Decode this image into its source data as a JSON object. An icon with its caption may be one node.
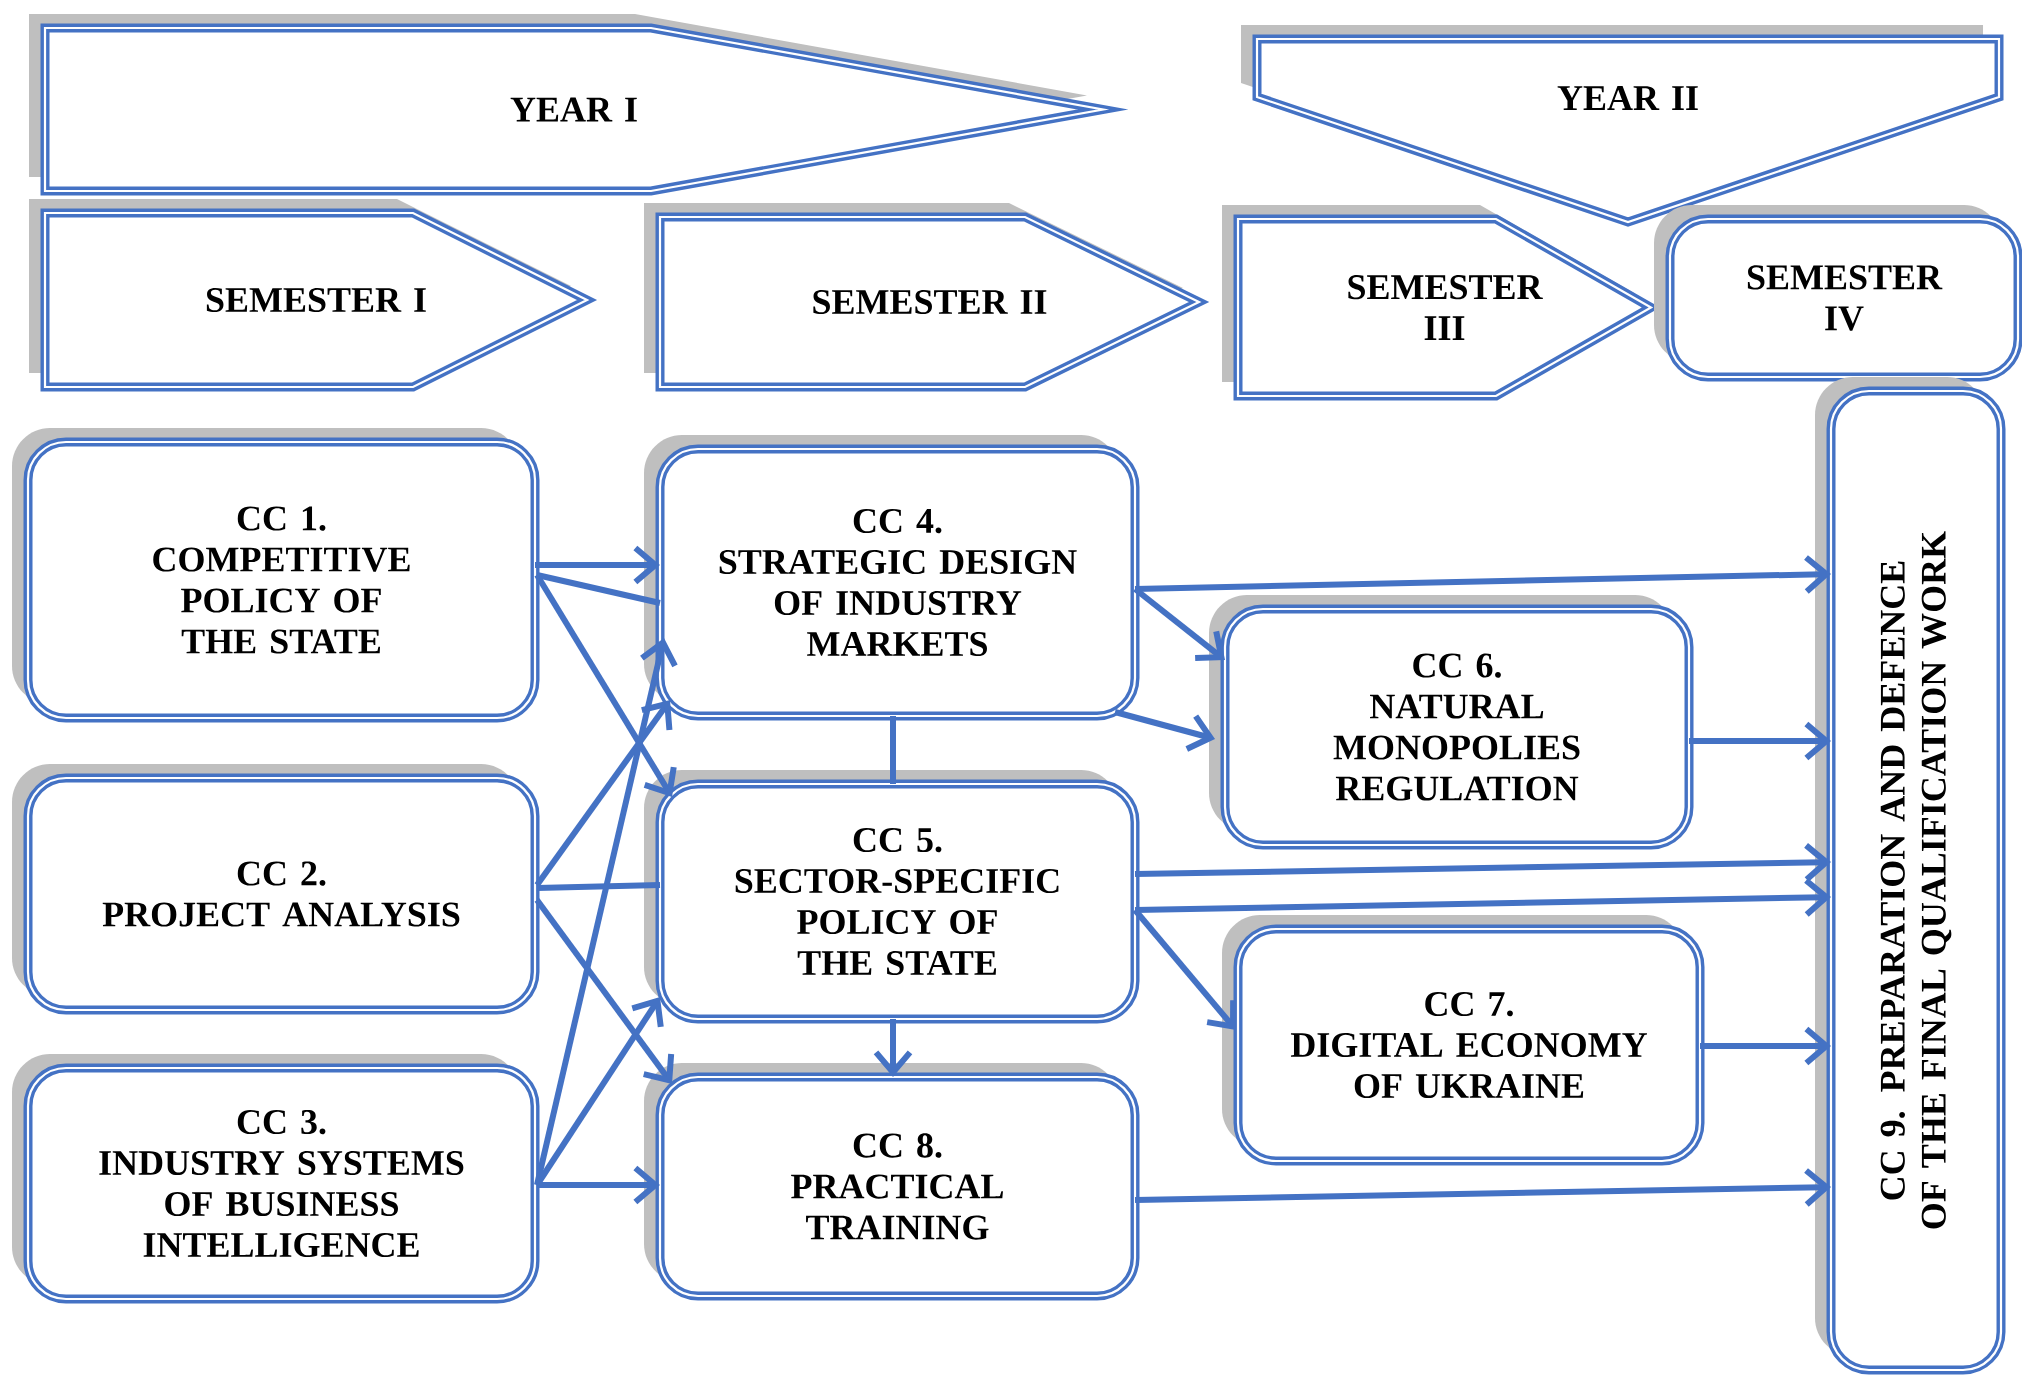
{
  "diagram": {
    "nodes": [
      {
        "text": [
          "YEAR I"
        ]
      },
      {
        "text": [
          "YEAR II"
        ]
      },
      {
        "text": [
          "SEMESTER I"
        ]
      },
      {
        "text": [
          "SEMESTER II"
        ]
      },
      {
        "text": [
          "SEMESTER III"
        ]
      },
      {
        "text": [
          "SEMESTER IV"
        ]
      },
      {
        "text": [
          "CC 1.",
          "COMPETITIVE POLICY OF THE STATE"
        ]
      },
      {
        "text": [
          "CC 4.",
          "STRATEGIC DESIGN OF INDUSTRY MARKETS"
        ]
      },
      {
        "text": [
          "CC 6.",
          "NATURAL MONOPOLIES REGULATION"
        ]
      },
      {
        "text": [
          "CC 2.",
          "PROJECT ANALYSIS"
        ]
      },
      {
        "text": [
          "CC 5.",
          "SECTOR-SPECIFIC POLICY OF THE STATE"
        ]
      },
      {
        "text": [
          "CC 7.",
          "DIGITAL ECONOMY OF UKRAINE"
        ]
      },
      {
        "text": [
          "CC 3.",
          "INDUSTRY SYSTEMS OF BUSINESS INTELLIGENCE"
        ]
      },
      {
        "text": [
          "CC 8.",
          "PRACTICAL TRAINING"
        ]
      },
      {
        "text": [
          "CC 9. PREPARATION AND DEFENCE OF THE FINAL QUALIFICATION WORK"
        ]
      }
    ],
    "edges": [
      {
        "from": 6,
        "to": 7,
        "arrow": "to"
      },
      {
        "from": 6,
        "to": 7,
        "arrow": "none"
      },
      {
        "from": 6,
        "to": 10,
        "arrow": "to"
      },
      {
        "from": 9,
        "to": 7,
        "arrow": "to"
      },
      {
        "from": 9,
        "to": 10,
        "arrow": "none"
      },
      {
        "from": 9,
        "to": 13,
        "arrow": "to"
      },
      {
        "from": 12,
        "to": 7,
        "arrow": "to"
      },
      {
        "from": 12,
        "to": 10,
        "arrow": "to"
      },
      {
        "from": 12,
        "to": 13,
        "arrow": "to"
      },
      {
        "from": 7,
        "to": 10,
        "arrow": "none"
      },
      {
        "from": 10,
        "to": 13,
        "arrow": "to"
      },
      {
        "from": 7,
        "to": 14,
        "arrow": "to"
      },
      {
        "from": 7,
        "to": 8,
        "arrow": "to"
      },
      {
        "from": 7,
        "to": 8,
        "arrow": "to"
      },
      {
        "from": 8,
        "to": 14,
        "arrow": "to"
      },
      {
        "from": 10,
        "to": 14,
        "arrow": "to"
      },
      {
        "from": 10,
        "to": 14,
        "arrow": "to"
      },
      {
        "from": 10,
        "to": 11,
        "arrow": "to"
      },
      {
        "from": 11,
        "to": 14,
        "arrow": "to"
      },
      {
        "from": 13,
        "to": 14,
        "arrow": "to"
      }
    ]
  }
}
